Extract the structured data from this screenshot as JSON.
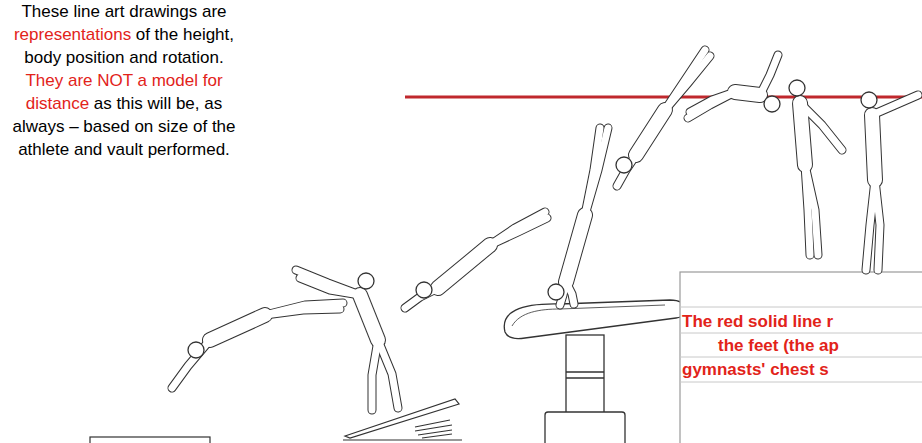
{
  "diagram": {
    "labels": [
      "These line art drawings are",
      "representations",
      "of the height, body position and rotation.",
      "They are NOT a model for distance",
      "as this will be, as always – based on size of the athlete and vault performed.",
      "The red solid line r",
      "the feet (the ap",
      "gymnasts' chest s"
    ]
  }
}
